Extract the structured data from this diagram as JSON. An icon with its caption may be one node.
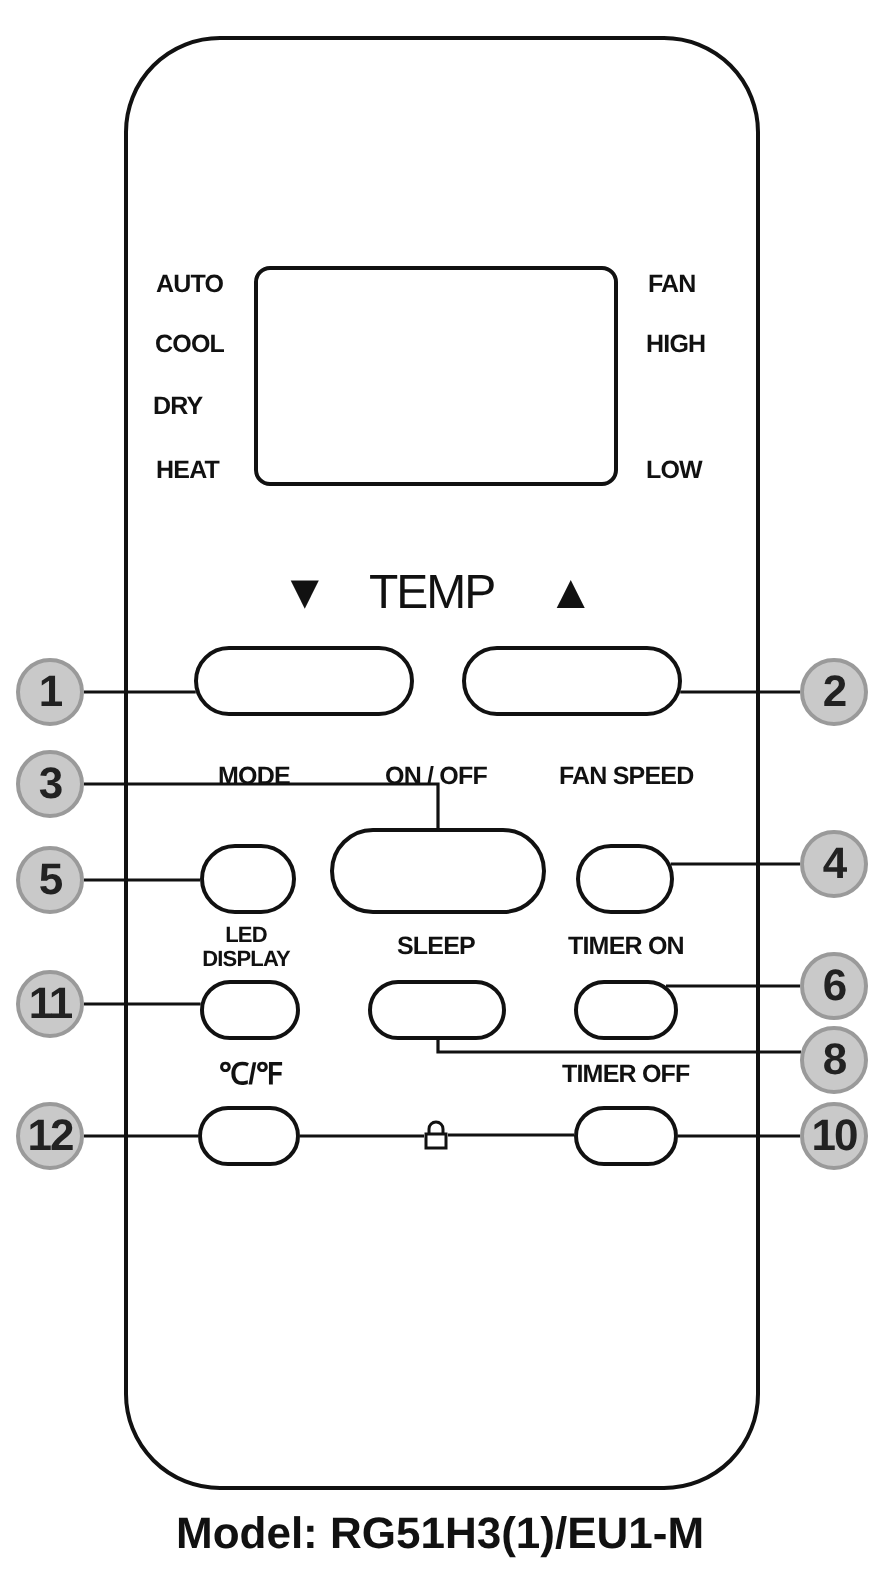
{
  "diagram": {
    "caption": "Model: RG51H3(1)/EU1-M",
    "nodes": [
      {
        "text": [],
        "shape": "screen"
      },
      {
        "text": [
          "1"
        ]
      },
      {
        "text": [],
        "shape": "box"
      },
      {
        "text": [],
        "shape": "box"
      },
      {
        "text": [
          "2"
        ]
      },
      {
        "text": [
          "3"
        ]
      },
      {
        "text": [],
        "shape": "box"
      },
      {
        "text": [
          "5"
        ]
      },
      {
        "text": [],
        "shape": "box"
      },
      {
        "text": [],
        "shape": "box"
      },
      {
        "text": [
          "4"
        ]
      },
      {
        "text": [
          "11"
        ]
      },
      {
        "text": [],
        "shape": "box"
      },
      {
        "text": [],
        "shape": "box"
      },
      {
        "text": [],
        "shape": "box"
      },
      {
        "text": [
          "6"
        ]
      },
      {
        "text": [
          "8"
        ]
      },
      {
        "text": [
          "12"
        ]
      },
      {
        "text": [],
        "shape": "box"
      },
      {
        "text": [],
        "shape": "lock"
      },
      {
        "text": [],
        "shape": "box"
      },
      {
        "text": [
          "10"
        ]
      }
    ],
    "edges": [
      {
        "from": 1,
        "to": 2,
        "arrow": "none"
      },
      {
        "from": 4,
        "to": 3,
        "arrow": "none"
      },
      {
        "from": 5,
        "to": 6,
        "arrow": "none"
      },
      {
        "from": 7,
        "to": 8,
        "arrow": "none"
      },
      {
        "from": 10,
        "to": 9,
        "arrow": "none"
      },
      {
        "from": 11,
        "to": 12,
        "arrow": "none"
      },
      {
        "from": 15,
        "to": 14,
        "arrow": "none"
      },
      {
        "from": 16,
        "to": 13,
        "arrow": "none"
      },
      {
        "from": 17,
        "to": 18,
        "arrow": "none"
      },
      {
        "from": 21,
        "to": 20,
        "arrow": "none"
      },
      {
        "from": 18,
        "to": 19,
        "arrow": "none"
      },
      {
        "from": 19,
        "to": 20,
        "arrow": "none"
      }
    ],
    "labels": [
      "AUTO",
      "FAN",
      "COOL",
      "HIGH",
      "DRY",
      "HEAT",
      "LOW",
      "▼",
      "TEMP",
      "▲",
      "MODE",
      "ON / OFF",
      "FAN SPEED",
      "LED DISPLAY",
      "SLEEP",
      "TIMER ON",
      "℃/℉",
      "TIMER OFF"
    ]
  }
}
